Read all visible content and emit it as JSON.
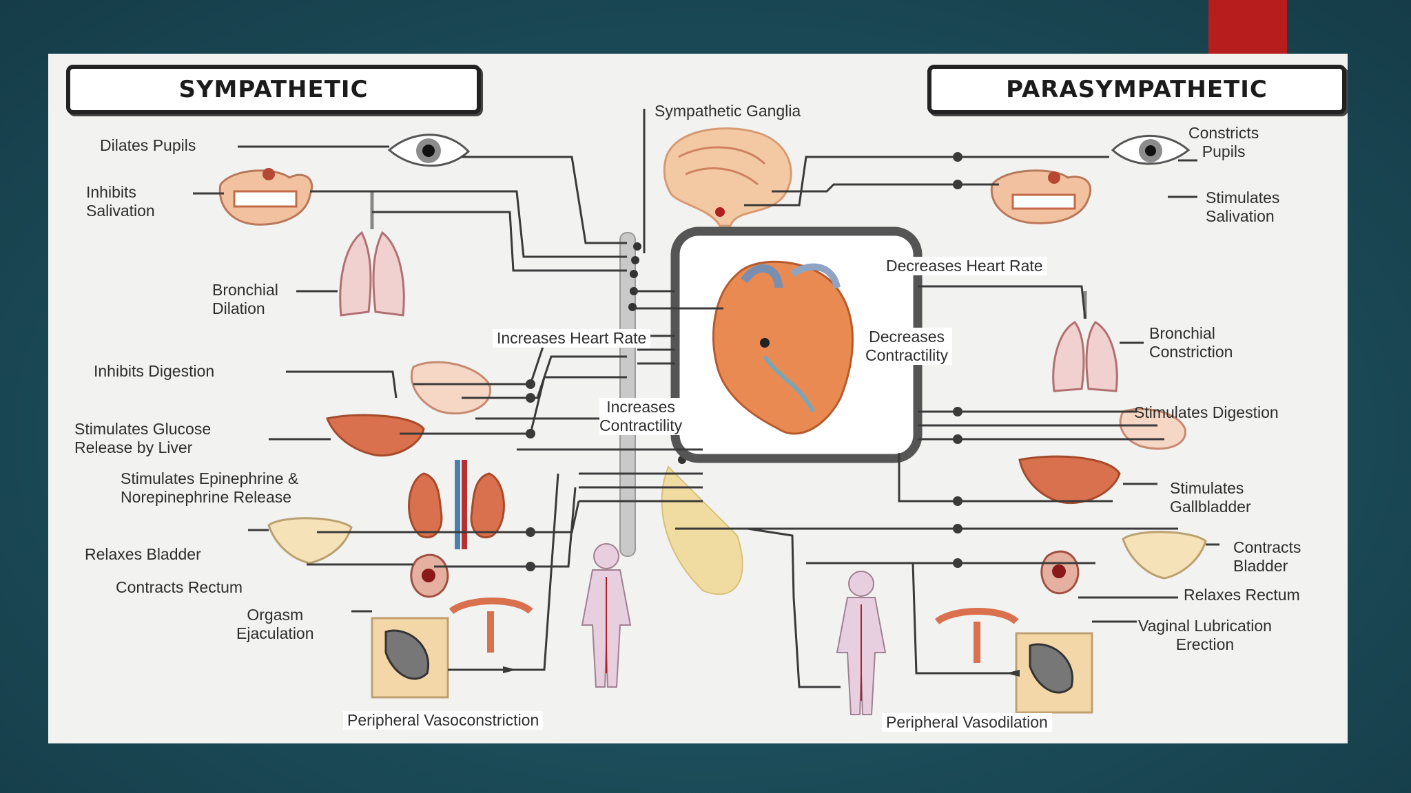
{
  "titles": {
    "left": "SYMPATHETIC",
    "right": "PARASYMPATHETIC"
  },
  "center": {
    "ganglia": "Sympathetic Ganglia",
    "increases_heart_rate": "Increases Heart Rate",
    "increases_contractility": [
      "Increases",
      "Contractility"
    ],
    "decreases_heart_rate": "Decreases Heart Rate",
    "decreases_contractility": [
      "Decreases",
      "Contractility"
    ]
  },
  "sympathetic": {
    "dilates_pupils": "Dilates Pupils",
    "inhibits_salivation": [
      "Inhibits",
      "Salivation"
    ],
    "bronchial_dilation": [
      "Bronchial",
      "Dilation"
    ],
    "inhibits_digestion": "Inhibits Digestion",
    "glucose_release": [
      "Stimulates Glucose",
      "Release by Liver"
    ],
    "epinephrine_release": [
      "Stimulates Epinephrine &",
      "Norepinephrine Release"
    ],
    "relaxes_bladder": "Relaxes Bladder",
    "contracts_rectum": "Contracts Rectum",
    "orgasm": [
      "Orgasm",
      "Ejaculation"
    ],
    "vasoconstriction": "Peripheral Vasoconstriction"
  },
  "parasympathetic": {
    "constricts_pupils": [
      "Constricts",
      "Pupils"
    ],
    "stimulates_salivation": [
      "Stimulates",
      "Salivation"
    ],
    "bronchial_constriction": [
      "Bronchial",
      "Constriction"
    ],
    "stimulates_digestion": "Stimulates Digestion",
    "stimulates_gallbladder": [
      "Stimulates",
      "Gallbladder"
    ],
    "contracts_bladder": [
      "Contracts",
      "Bladder"
    ],
    "relaxes_rectum": "Relaxes Rectum",
    "vaginal_lubrication": [
      "Vaginal Lubrication",
      "Erection"
    ],
    "vasodilation": "Peripheral Vasodilation"
  },
  "colors": {
    "background": "#1d4f5c",
    "accent": "#b81d1d",
    "panel": "#f2f2f1",
    "organ": "#d9704e",
    "nerve": "#2b2b2b"
  },
  "icons": [
    "eye-icon",
    "salivary-gland-icon",
    "brain-icon",
    "lungs-icon",
    "heart-icon",
    "stomach-icon",
    "liver-icon",
    "kidney-icon",
    "bladder-icon",
    "rectum-icon",
    "reproductive-organs-icon",
    "human-figure-icon",
    "spinal-cord-icon"
  ]
}
